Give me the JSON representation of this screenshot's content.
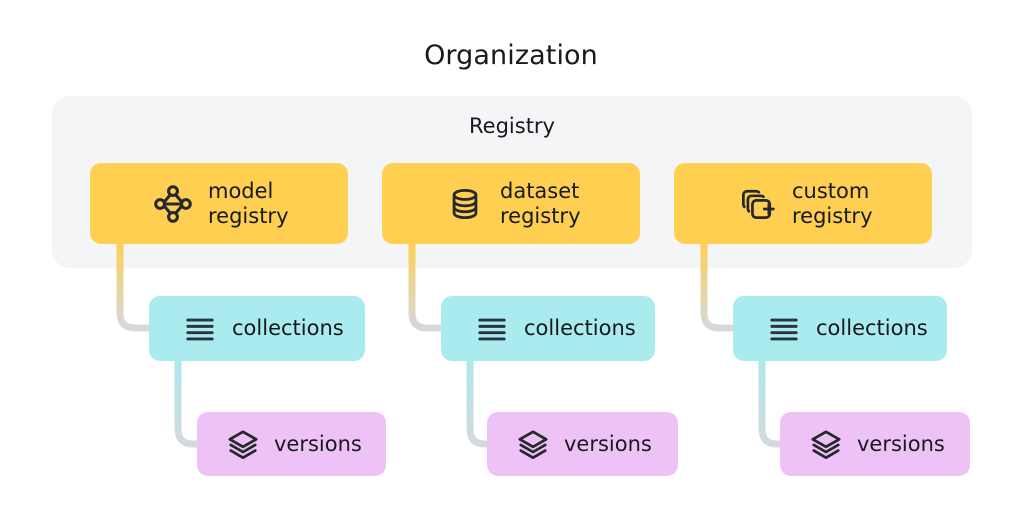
{
  "diagram": {
    "title": "Organization",
    "panel": {
      "label": "Registry"
    },
    "colors": {
      "panel_bg": "#f4f5f7",
      "registry_card": "#ffcf52",
      "collections_box": "#a9ebef",
      "versions_box": "#eec2f7",
      "text": "#17191c",
      "icon": "#25282c",
      "connector_gray": "#d5d9dd",
      "page_bg": "#ffffff"
    },
    "registries": [
      {
        "id": "model",
        "label": "model\nregistry",
        "icon": "node-graph-icon",
        "collections": {
          "label": "collections",
          "icon": "list-lines-icon"
        },
        "versions": {
          "label": "versions",
          "icon": "layers-stack-icon"
        }
      },
      {
        "id": "dataset",
        "label": "dataset\nregistry",
        "icon": "database-cylinder-icon",
        "collections": {
          "label": "collections",
          "icon": "list-lines-icon"
        },
        "versions": {
          "label": "versions",
          "icon": "layers-stack-icon"
        }
      },
      {
        "id": "custom",
        "label": "custom\nregistry",
        "icon": "stacked-squares-plus-icon",
        "collections": {
          "label": "collections",
          "icon": "list-lines-icon"
        },
        "versions": {
          "label": "versions",
          "icon": "layers-stack-icon"
        }
      }
    ]
  }
}
